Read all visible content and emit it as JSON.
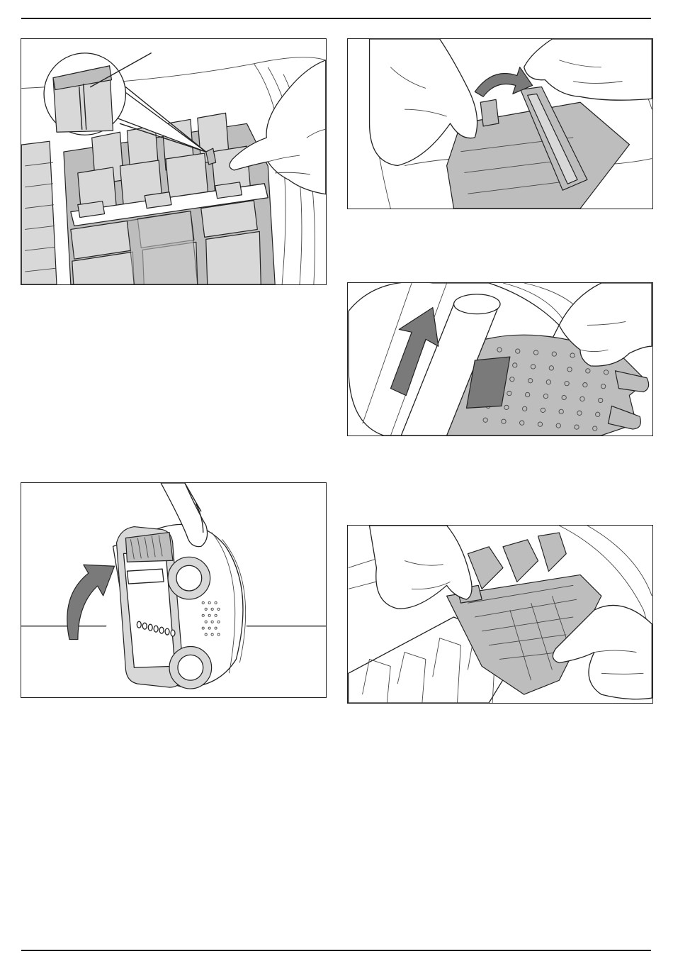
{
  "figures": [
    {
      "id": "fig-1",
      "depicts": "brush-blade-detail"
    },
    {
      "id": "fig-2",
      "depicts": "brush-removal"
    },
    {
      "id": "fig-3",
      "depicts": "brush-fitting"
    },
    {
      "id": "fig-4",
      "depicts": "unit-rotation"
    },
    {
      "id": "fig-5",
      "depicts": "brush-installation"
    }
  ],
  "colors": {
    "line": "#222222",
    "light_fill": "#d8d8d8",
    "medium_fill": "#bdbdbd",
    "dark_fill": "#7a7a7a",
    "background": "#ffffff"
  },
  "icons": [
    "curved-arrow-icon",
    "straight-arrow-icon"
  ]
}
